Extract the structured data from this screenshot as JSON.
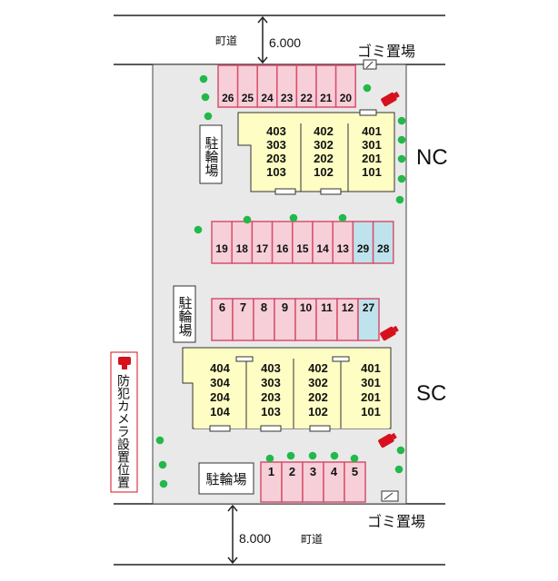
{
  "roads": {
    "north_width": "6.000",
    "north_label": "町道",
    "south_width": "8.000",
    "south_label": "町道"
  },
  "garbage": {
    "north": "ゴミ置場",
    "south": "ゴミ置場"
  },
  "bicycle": {
    "north": "駐輪場",
    "middle": "駐輪場",
    "south": "駐輪場"
  },
  "camera_legend": "防犯カメラ設置位置",
  "buildings": {
    "nc": {
      "name": "NC",
      "units": [
        [
          "403",
          "303",
          "203",
          "103"
        ],
        [
          "402",
          "302",
          "202",
          "102"
        ],
        [
          "401",
          "301",
          "201",
          "101"
        ]
      ]
    },
    "sc": {
      "name": "SC",
      "units": [
        [
          "404",
          "304",
          "204",
          "104"
        ],
        [
          "403",
          "303",
          "203",
          "103"
        ],
        [
          "402",
          "302",
          "202",
          "102"
        ],
        [
          "401",
          "301",
          "201",
          "101"
        ]
      ]
    }
  },
  "parking": {
    "row_top": [
      "26",
      "25",
      "24",
      "23",
      "22",
      "21",
      "20"
    ],
    "row_middle": [
      "19",
      "18",
      "17",
      "16",
      "15",
      "14",
      "13",
      "29",
      "28"
    ],
    "row_middle_highlight": [
      "29",
      "28"
    ],
    "row_lower": [
      "6",
      "7",
      "8",
      "9",
      "10",
      "11",
      "12",
      "27"
    ],
    "row_lower_highlight": [
      "27"
    ],
    "row_bottom": [
      "1",
      "2",
      "3",
      "4",
      "5"
    ]
  },
  "colors": {
    "stall_pink": "#f7cfd8",
    "stall_blue": "#bfe3ec",
    "stall_border": "#d7506e",
    "building": "#fdfdc4",
    "lot": "#e9e9e9",
    "tree": "#22b84a",
    "camera": "#d7101e"
  }
}
